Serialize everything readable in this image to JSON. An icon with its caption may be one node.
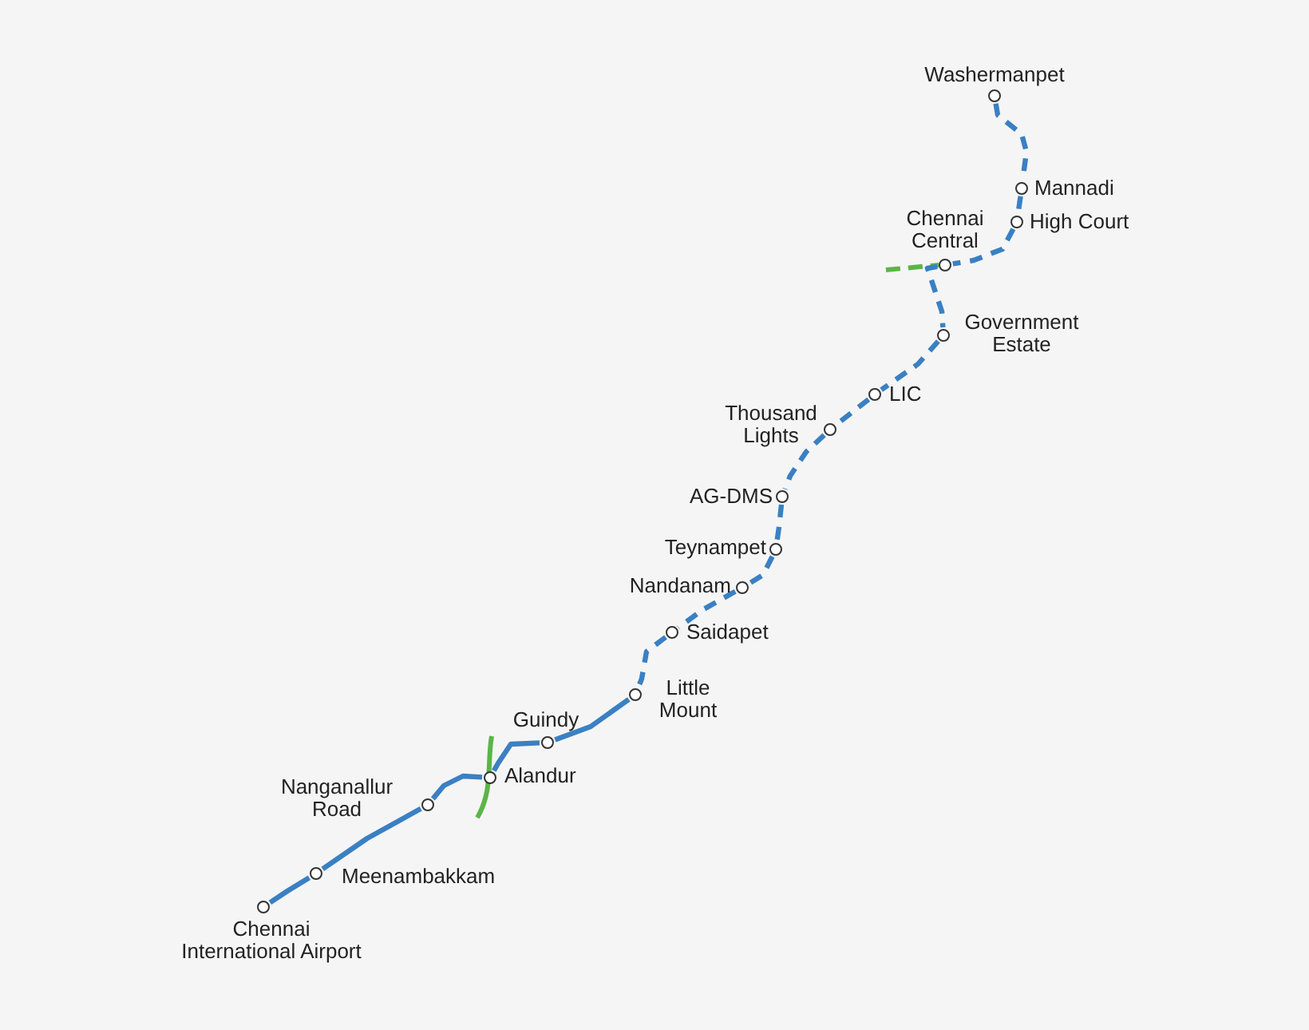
{
  "diagram": {
    "nodes": [
      {
        "text": [],
        "shape": "circle",
        "beside": [
          "Washermanpet"
        ]
      },
      {
        "text": [],
        "shape": "circle",
        "beside": [
          "Mannadi"
        ]
      },
      {
        "text": [],
        "shape": "circle",
        "beside": [
          "High Court"
        ]
      },
      {
        "text": [],
        "shape": "circle",
        "beside": [
          "Chennai Central"
        ]
      },
      {
        "text": [],
        "shape": "circle",
        "beside": [
          "Government Estate"
        ]
      },
      {
        "text": [],
        "shape": "circle",
        "beside": [
          "LIC"
        ]
      },
      {
        "text": [],
        "shape": "circle",
        "beside": [
          "Thousand Lights"
        ]
      },
      {
        "text": [],
        "shape": "circle",
        "beside": [
          "AG-DMS"
        ]
      },
      {
        "text": [],
        "shape": "circle",
        "beside": [
          "Teynampet"
        ]
      },
      {
        "text": [],
        "shape": "circle",
        "beside": [
          "Nandanam"
        ]
      },
      {
        "text": [],
        "shape": "circle",
        "beside": [
          "Saidapet"
        ]
      },
      {
        "text": [],
        "shape": "circle",
        "beside": [
          "Little Mount"
        ]
      },
      {
        "text": [],
        "shape": "circle",
        "beside": [
          "Guindy"
        ]
      },
      {
        "text": [],
        "shape": "circle",
        "beside": [
          "Alandur"
        ]
      },
      {
        "text": [],
        "shape": "circle",
        "beside": [
          "Nanganallur Road"
        ]
      },
      {
        "text": [],
        "shape": "circle",
        "beside": [
          "Meenambakkam"
        ]
      },
      {
        "text": [],
        "shape": "circle",
        "beside": [
          "Chennai International Airport"
        ]
      }
    ],
    "edges": [
      {
        "from": 0,
        "to": 1,
        "arrow": "none",
        "style": "dashed"
      },
      {
        "from": 1,
        "to": 2,
        "arrow": "none",
        "style": "dashed"
      },
      {
        "from": 2,
        "to": 3,
        "arrow": "none",
        "style": "dashed"
      },
      {
        "from": 3,
        "to": 4,
        "arrow": "none",
        "style": "dashed"
      },
      {
        "from": 4,
        "to": 5,
        "arrow": "none",
        "style": "dashed"
      },
      {
        "from": 5,
        "to": 6,
        "arrow": "none",
        "style": "dashed"
      },
      {
        "from": 6,
        "to": 7,
        "arrow": "none",
        "style": "dashed"
      },
      {
        "from": 7,
        "to": 8,
        "arrow": "none",
        "style": "dashed"
      },
      {
        "from": 8,
        "to": 9,
        "arrow": "none",
        "style": "dashed"
      },
      {
        "from": 9,
        "to": 10,
        "arrow": "none",
        "style": "dashed"
      },
      {
        "from": 10,
        "to": 11,
        "arrow": "none",
        "style": "dashed"
      },
      {
        "from": 11,
        "to": 12,
        "arrow": "none"
      },
      {
        "from": 12,
        "to": 13,
        "arrow": "none"
      },
      {
        "from": 13,
        "to": 14,
        "arrow": "none"
      },
      {
        "from": 14,
        "to": 15,
        "arrow": "none"
      },
      {
        "from": 15,
        "to": 16,
        "arrow": "none"
      }
    ]
  }
}
